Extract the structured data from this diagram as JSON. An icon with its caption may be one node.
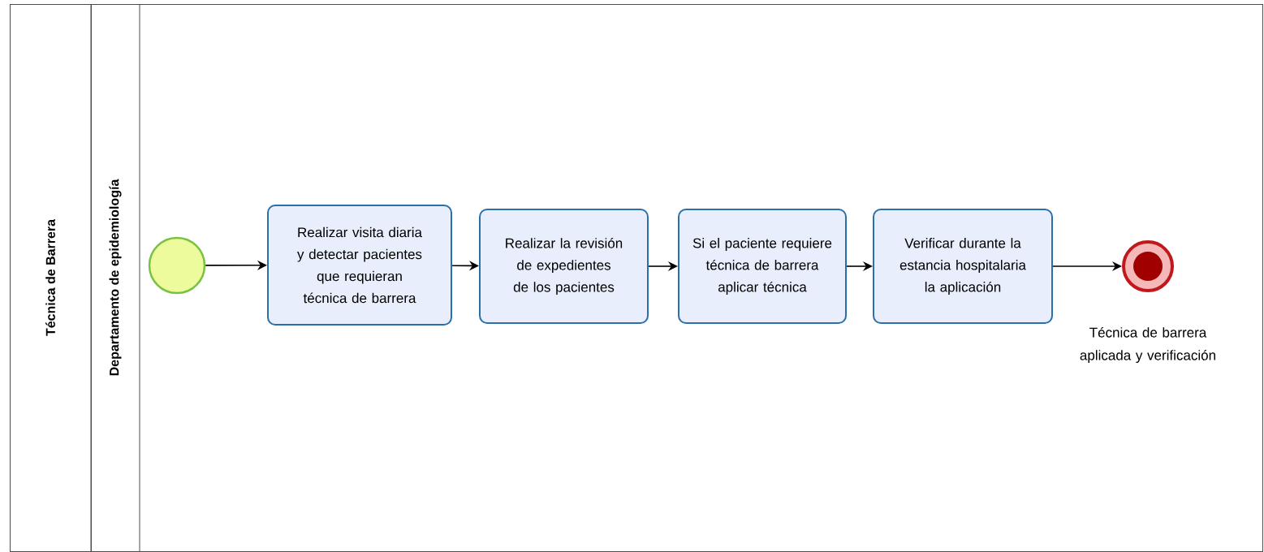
{
  "diagram": {
    "nodes": [
      {
        "text": [
          "Técnica de Barrera"
        ]
      },
      {
        "text": [
          "Departamento de epidemiología"
        ],
        "in": 0
      },
      {
        "text": [],
        "shape": "circle",
        "in": 1
      },
      {
        "text": [
          "Realizar visita diaria y detectar pacientes que requieran técnica de barrera"
        ],
        "in": 1
      },
      {
        "text": [
          "Realizar la revisión de expedientes de los pacientes"
        ],
        "in": 1
      },
      {
        "text": [
          "Si el paciente requiere técnica de barrera aplicar técnica"
        ],
        "in": 1
      },
      {
        "text": [
          "Verificar durante la estancia hospitalaria la aplicación"
        ],
        "in": 1
      },
      {
        "text": [],
        "shape": "circle",
        "in": 1,
        "beside": [
          "Técnica de barrera aplicada y verificación"
        ]
      }
    ],
    "edges": [
      {
        "from": 2,
        "to": 3,
        "arrow": "to"
      },
      {
        "from": 3,
        "to": 4,
        "arrow": "to"
      },
      {
        "from": 4,
        "to": 5,
        "arrow": "to"
      },
      {
        "from": 5,
        "to": 6,
        "arrow": "to"
      },
      {
        "from": 6,
        "to": 7,
        "arrow": "to"
      }
    ]
  }
}
